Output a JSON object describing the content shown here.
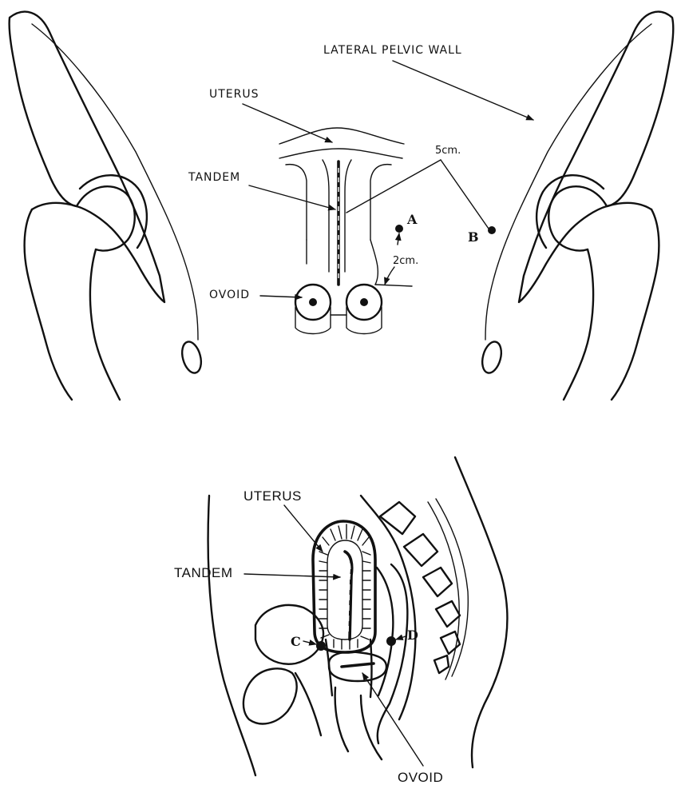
{
  "top_view": {
    "lateral_pelvic_wall": "LATERAL PELVIC WALL",
    "uterus": "UTERUS",
    "tandem": "TANDEM",
    "ovoid": "OVOID",
    "point_a": "A",
    "point_b": "B",
    "dist_5cm": "5cm.",
    "dist_2cm": "2cm."
  },
  "side_view": {
    "uterus": "UTERUS",
    "tandem": "TANDEM",
    "ovoid": "OVOID",
    "point_c": "C",
    "point_d": "D"
  }
}
